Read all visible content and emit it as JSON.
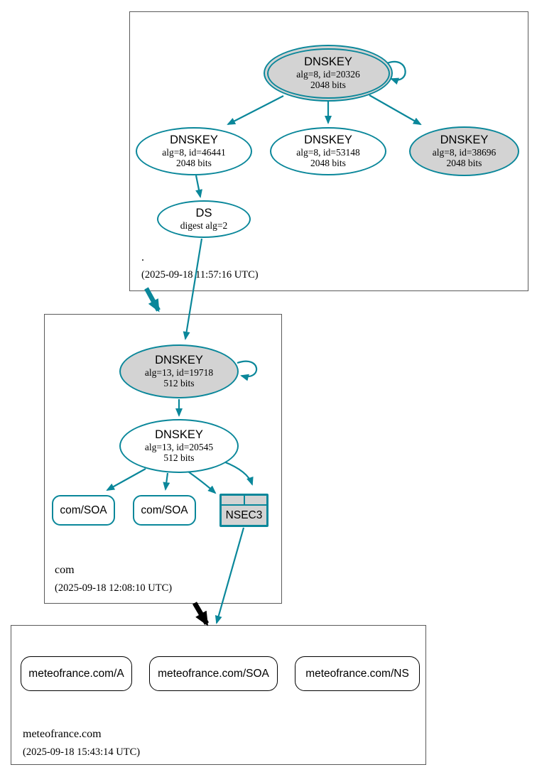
{
  "colors": {
    "teal": "#0a879a",
    "grayfill": "#d3d3d3",
    "boxborder": "#5a5a5a",
    "black": "#000000"
  },
  "zones": {
    "root": {
      "label": ".",
      "timestamp": "(2025-09-18 11:57:16 UTC)",
      "nodes": {
        "ksk": {
          "title": "DNSKEY",
          "line1": "alg=8, id=20326",
          "line2": "2048 bits"
        },
        "zsk1": {
          "title": "DNSKEY",
          "line1": "alg=8, id=46441",
          "line2": "2048 bits"
        },
        "zsk2": {
          "title": "DNSKEY",
          "line1": "alg=8, id=53148",
          "line2": "2048 bits"
        },
        "zsk3": {
          "title": "DNSKEY",
          "line1": "alg=8, id=38696",
          "line2": "2048 bits"
        },
        "ds": {
          "title": "DS",
          "line1": "digest alg=2"
        }
      }
    },
    "com": {
      "label": "com",
      "timestamp": "(2025-09-18 12:08:10 UTC)",
      "nodes": {
        "ksk": {
          "title": "DNSKEY",
          "line1": "alg=13, id=19718",
          "line2": "512 bits"
        },
        "zsk": {
          "title": "DNSKEY",
          "line1": "alg=13, id=20545",
          "line2": "512 bits"
        },
        "soa1": {
          "label": "com/SOA"
        },
        "soa2": {
          "label": "com/SOA"
        },
        "nsec3": {
          "label": "NSEC3"
        }
      }
    },
    "meteofrance": {
      "label": "meteofrance.com",
      "timestamp": "(2025-09-18 15:43:14 UTC)",
      "nodes": {
        "a": {
          "label": "meteofrance.com/A"
        },
        "soa": {
          "label": "meteofrance.com/SOA"
        },
        "ns": {
          "label": "meteofrance.com/NS"
        }
      }
    }
  }
}
